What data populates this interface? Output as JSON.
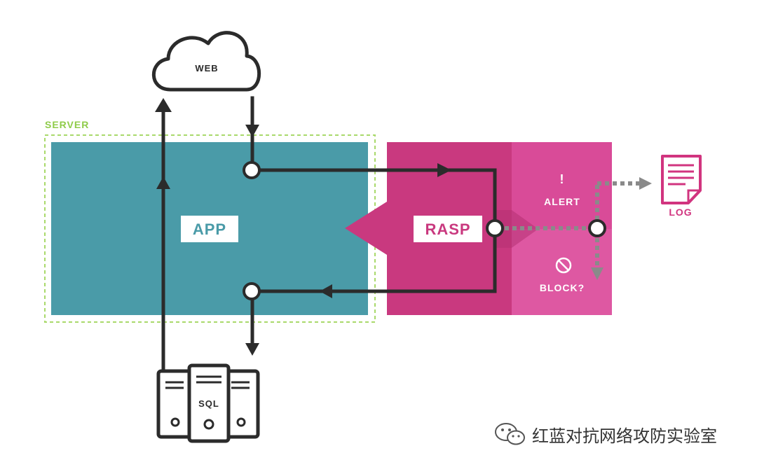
{
  "labels": {
    "web": "WEB",
    "server": "SERVER",
    "app": "APP",
    "rasp": "RASP",
    "alert_icon": "!",
    "alert": "ALERT",
    "block": "BLOCK?",
    "log": "LOG",
    "sql": "SQL"
  },
  "watermark": {
    "text": "红蓝对抗网络攻防实验室",
    "icon": "wechat-icon"
  },
  "colors": {
    "app": "#4a9ba8",
    "rasp": "#c9397f",
    "rasp_right": "#d94b98",
    "rasp_right_lower": "#de58a2",
    "log": "#d1347f",
    "server_border": "#a9d96b",
    "server_label": "#8fcc4a",
    "line": "#2b2b2b",
    "dotted": "#888888"
  }
}
